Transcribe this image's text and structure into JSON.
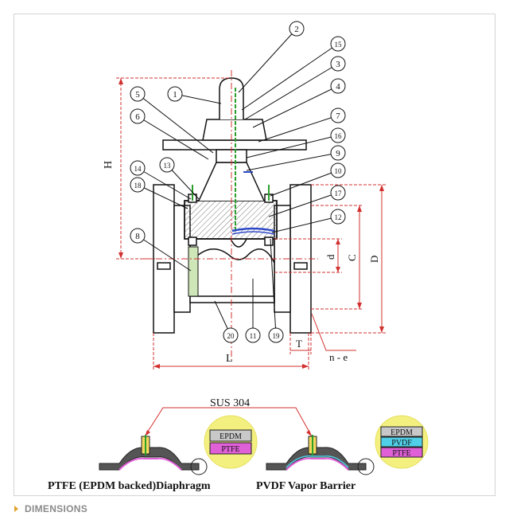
{
  "callouts": [
    "1",
    "2",
    "3",
    "4",
    "5",
    "6",
    "7",
    "8",
    "9",
    "10",
    "11",
    "12",
    "13",
    "14",
    "15",
    "16",
    "17",
    "18",
    "19",
    "20"
  ],
  "dimensions": {
    "H": "H",
    "L": "L",
    "C": "C",
    "D": "D",
    "d": "d",
    "T": "T",
    "ne": "n - e"
  },
  "material_note": "SUS 304",
  "diaphragm_left": {
    "caption": "PTFE (EPDM backed)Diaphragm",
    "layers": [
      "EPDM",
      "PTFE"
    ]
  },
  "diaphragm_right": {
    "caption": "PVDF Vapor Barrier",
    "layers": [
      "EPDM",
      "PVDF",
      "PTFE"
    ]
  },
  "footer": {
    "label": "DIMENSIONS"
  },
  "colors": {
    "dim_line": "#d2302f",
    "stem_green": "#2aa02a",
    "blue_seal": "#2c48c8",
    "layer_gray": "#c8c8c8",
    "layer_pink": "#e060d8",
    "layer_cyan": "#50d0e8",
    "halo_yellow": "#f4f080",
    "body_fill": "#cfcfcf"
  }
}
